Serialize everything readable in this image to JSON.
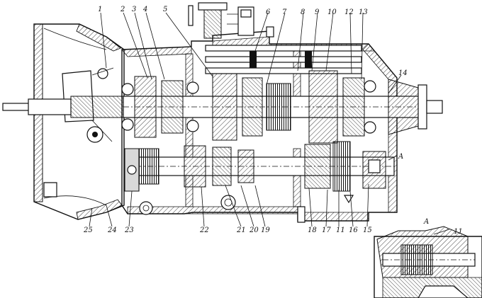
{
  "labels": {
    "n1": "1",
    "n2": "2",
    "n3": "3",
    "n4": "4",
    "n5": "5",
    "n6": "6",
    "n7": "7",
    "n8": "8",
    "n9": "9",
    "n10": "10",
    "n11": "11",
    "n12": "12",
    "n13": "13",
    "n14": "14",
    "n15": "15",
    "n16": "16",
    "n17": "17",
    "n18": "18",
    "n19": "19",
    "n20": "20",
    "n21": "21",
    "n22": "22",
    "n23": "23",
    "n24": "24",
    "n25": "25",
    "nA": "A"
  },
  "detail": {
    "label": "A",
    "part": "11"
  }
}
